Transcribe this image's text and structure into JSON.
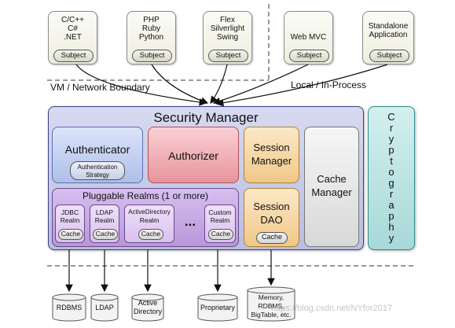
{
  "clients": [
    {
      "lines": [
        "C/C++",
        "C#",
        ".NET"
      ],
      "subject": "Subject"
    },
    {
      "lines": [
        "PHP",
        "Ruby",
        "Python"
      ],
      "subject": "Subject"
    },
    {
      "lines": [
        "Flex",
        "Silverlight",
        "Swing"
      ],
      "subject": "Subject"
    },
    {
      "lines": [
        "Web MVC"
      ],
      "subject": "Subject"
    },
    {
      "lines": [
        "Standalone",
        "Application"
      ],
      "subject": "Subject"
    }
  ],
  "labels": {
    "vm_boundary": "VM / Network Boundary",
    "local": "Local / In-Process"
  },
  "security_manager": {
    "title": "Security Manager",
    "authenticator": "Authenticator",
    "auth_strategy": [
      "Authentication",
      "Strategy"
    ],
    "authorizer": "Authorizer",
    "session_manager": [
      "Session",
      "Manager"
    ],
    "cache_manager": [
      "Cache",
      "Manager"
    ],
    "session_dao": [
      "Session",
      "DAO"
    ],
    "session_dao_cache": "Cache",
    "realms_title": "Pluggable Realms (1 or more)",
    "realms": [
      {
        "lines": [
          "JDBC",
          "Realm"
        ],
        "cache": "Cache"
      },
      {
        "lines": [
          "LDAP",
          "Realm"
        ],
        "cache": "Cache"
      },
      {
        "lines": [
          "ActiveDirectory",
          "Realm"
        ],
        "cache": "Cache"
      },
      {
        "lines": [
          "Custom",
          "Realm"
        ],
        "cache": "Cache"
      }
    ],
    "ellipsis": "..."
  },
  "cryptography": [
    "C",
    "r",
    "y",
    "p",
    "t",
    "o",
    "g",
    "r",
    "a",
    "p",
    "h",
    "y"
  ],
  "stores": [
    {
      "lines": [
        "RDBMS"
      ]
    },
    {
      "lines": [
        "LDAP"
      ]
    },
    {
      "lines": [
        "Active",
        "Directory"
      ]
    },
    {
      "lines": [
        "Proprietary"
      ]
    },
    {
      "lines": [
        "Memory,",
        "RDBMS,",
        "BigTable, etc."
      ]
    }
  ],
  "watermark": "https://blog.csdn.net/NYfor2017",
  "colors": {
    "security_bg": "#c9cde8",
    "authenticator": "#c7d4f2",
    "authorizer": "#f3b3b8",
    "session": "#f8dcb0",
    "cache_manager": "#ededed",
    "realms_bg": "#c6a9e0",
    "crypto": "#bfe3e3"
  }
}
